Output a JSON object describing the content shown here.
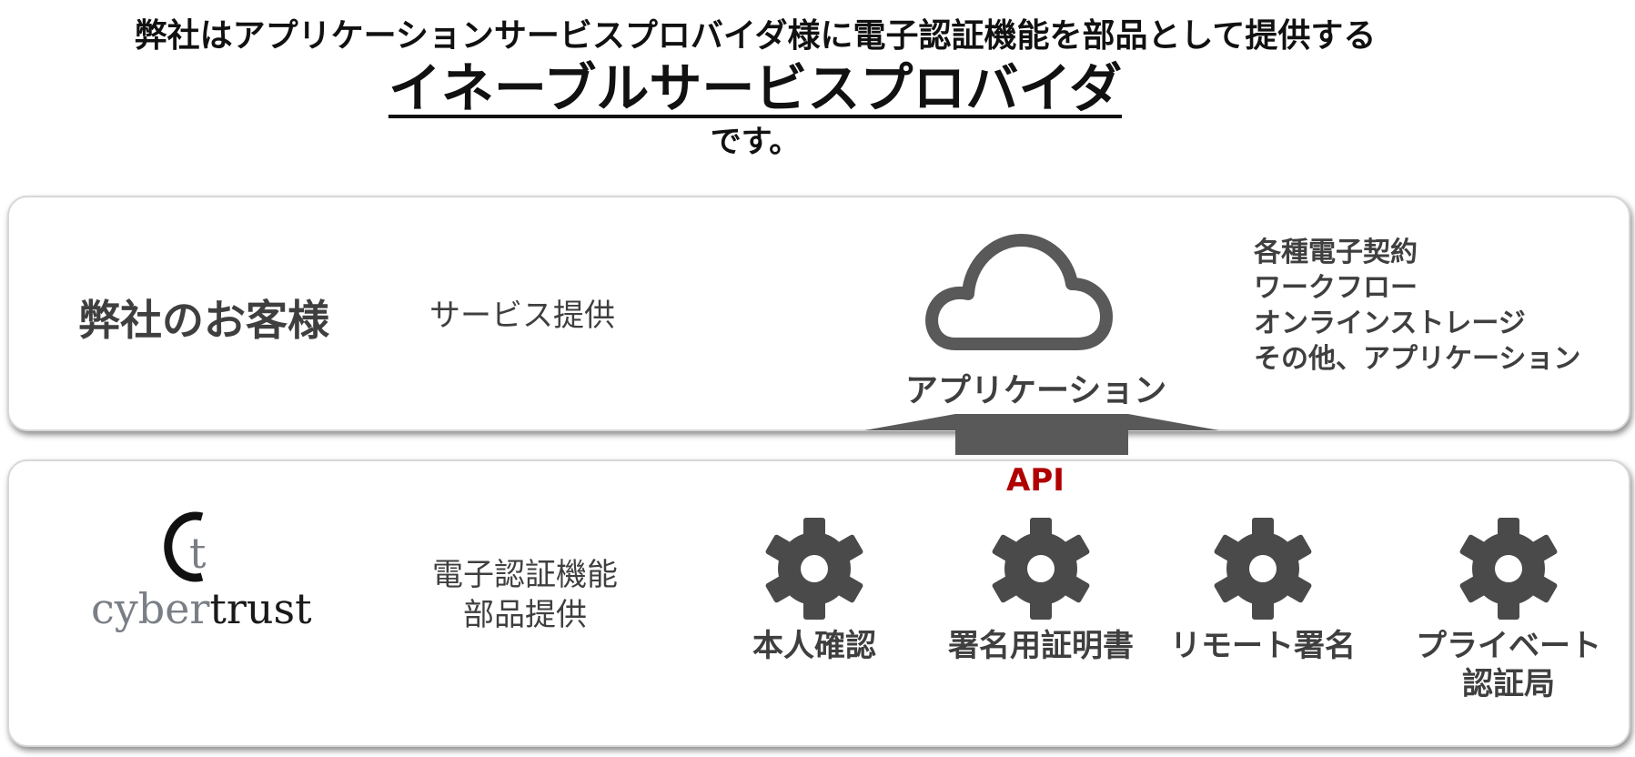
{
  "heading": {
    "line1": "弊社はアプリケーションサービスプロバイダ様に電子認証機能を部品として提供する",
    "line2": "イネーブルサービスプロバイダ",
    "line3": "です。"
  },
  "customer_panel": {
    "title": "弊社のお客様",
    "service_label": "サービス提供",
    "app_label": "アプリケーション",
    "app_examples": [
      "各種電子契約",
      "ワークフロー",
      "オンラインストレージ",
      "その他、アプリケーション"
    ]
  },
  "provider_panel": {
    "logo_mark": "t",
    "logo_text_light": "cyber",
    "logo_text_dark": "trust",
    "service_label_line1": "電子認証機能",
    "service_label_line2": "部品提供",
    "api_label": "API",
    "functions": [
      {
        "line1": "本人確認",
        "line2": ""
      },
      {
        "line1": "署名用証明書",
        "line2": ""
      },
      {
        "line1": "リモート署名",
        "line2": ""
      },
      {
        "line1": "プライベート",
        "line2": "認証局"
      }
    ]
  },
  "colors": {
    "dark_gray": "#3f3f3f",
    "arrow_gray": "#595959",
    "api_red": "#b00000",
    "panel_border": "#d7d7d7"
  },
  "icons": {
    "application": "cloud-icon",
    "functions": "gear-icon"
  }
}
